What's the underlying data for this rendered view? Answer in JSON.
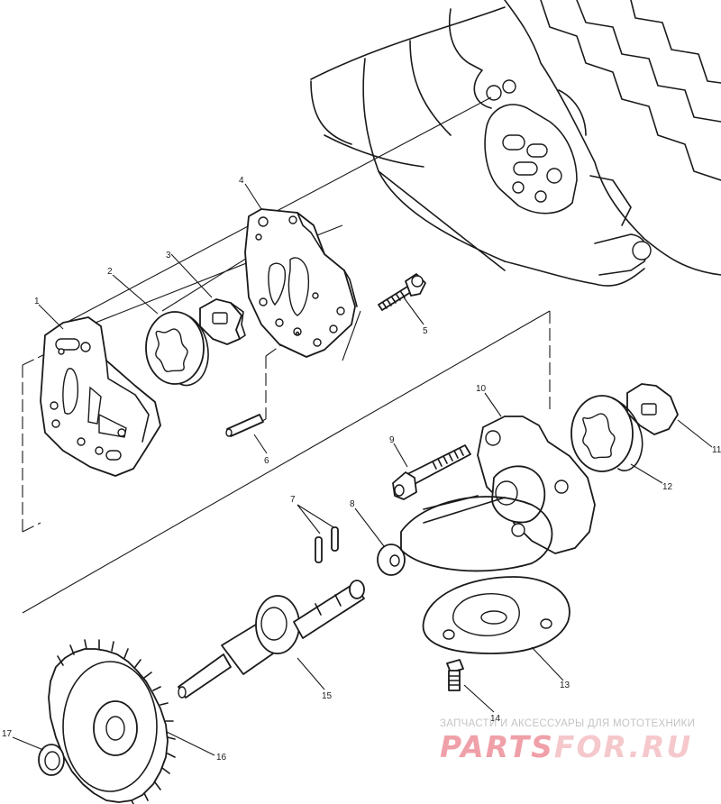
{
  "callouts": [
    "1",
    "2",
    "3",
    "4",
    "5",
    "6",
    "7",
    "8",
    "9",
    "10",
    "11",
    "12",
    "13",
    "14",
    "15",
    "16",
    "17"
  ],
  "watermark": {
    "tagline": "ЗАПЧАСТИ И АКСЕССУАРЫ ДЛЯ МОТОТЕХНИКИ",
    "logo_part1": "PARTS",
    "logo_part2": "FOR.RU"
  },
  "colors": {
    "line": "#1a1a1a",
    "background": "#ffffff",
    "watermark_red": "#f0a0a8",
    "watermark_pink": "#f5c8cc",
    "watermark_gray": "#c4c4c4"
  }
}
